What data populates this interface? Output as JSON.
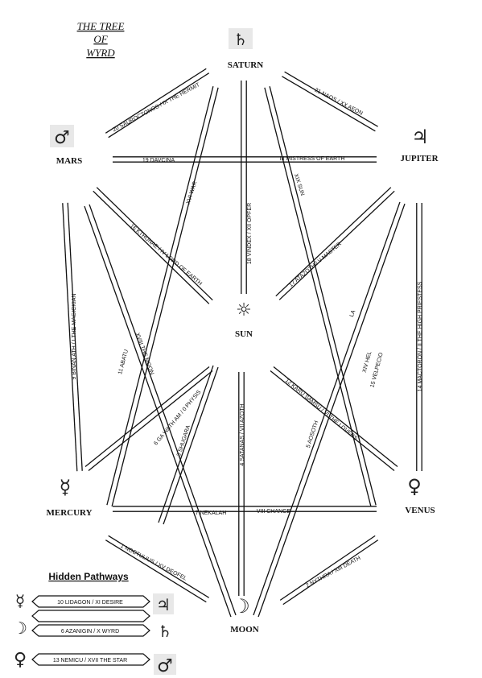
{
  "title": {
    "line1": "THE TREE",
    "line2": "OF",
    "line3": "WYRD"
  },
  "nodes": {
    "saturn": {
      "label": "SATURN",
      "symbol": "♄"
    },
    "mars": {
      "label": "MARS",
      "symbol": "♂"
    },
    "jupiter": {
      "label": "JUPITER",
      "symbol": "♃"
    },
    "sun": {
      "label": "SUN",
      "symbol": "☼"
    },
    "mercury": {
      "label": "MERCURY",
      "symbol": "☿"
    },
    "venus": {
      "label": "VENUS",
      "symbol": "♀"
    },
    "moon": {
      "label": "MOON",
      "symbol": "☽"
    }
  },
  "paths": {
    "p1": "1 NOCTULIUS / XV DEOFEL",
    "p2": "2 NYTHRA / XIII DEATH",
    "p3": "3 SHUGARA",
    "p4": "4 SATANAS / VII AZOTH",
    "p5": "5 AOSOTH",
    "p6": "6 GA WATH AM / 0 PHYSIS",
    "p7a": "7 NEKALAH",
    "p7b": "VIII CHANGE",
    "p8": "XVIII THE MOON",
    "p9": "9 BINAN ATH / I THE MAGICKIAN",
    "p11": "11 ABATU",
    "p12": "12 KARU SAMSU / VI THE LOVERS",
    "p13": "XIV HEL",
    "p14": "14 MACTORON / II THE HIGH PRIESTESS",
    "p15": "15 VELPECIO",
    "p16": "16 KTHUNAE / IV LORD OF EARTH",
    "p17": "17 ATAZOTH / V MASTER",
    "p18": "18 VINDEX / XII OPFER",
    "p19a": "19 DAVCINA",
    "p19b": "III MISTRESS OF EARTH",
    "p20": "20 SAUROCTONOS / IX THE HERMIT",
    "p21": "21 NAOS / XX AEON",
    "pXVI": "XVI WAR",
    "pXIX": "XIX SUN",
    "pLA": "LA"
  },
  "hidden": {
    "title": "Hidden Pathways",
    "rows": [
      {
        "label": "10 LIDAGON / XI DESIRE",
        "left_symbol": "☿",
        "right_symbol": "♃"
      },
      {
        "label": "",
        "left_symbol": "☽",
        "right_symbol": "♄"
      },
      {
        "label": "6  AZANIGIN / X WYRD",
        "left_symbol": "",
        "right_symbol": ""
      },
      {
        "label": "13  NEMICU / XVII THE STAR",
        "left_symbol": "♀",
        "right_symbol": "♂"
      }
    ]
  }
}
